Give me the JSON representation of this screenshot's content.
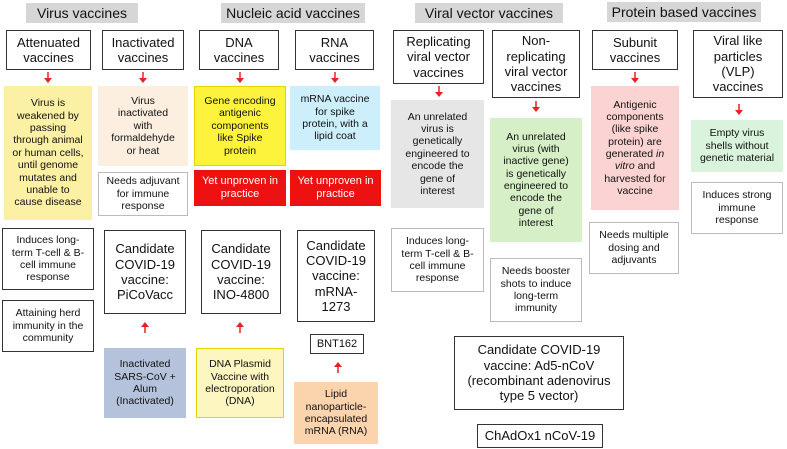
{
  "headers": {
    "virus": "Virus vaccines",
    "nucleic": "Nucleic acid  vaccines",
    "viral_vector": "Viral vector vaccines",
    "protein": "Protein based  vaccines"
  },
  "titles": {
    "attenuated": "Attenuated\nvaccines",
    "inactivated": "Inactivated\nvaccines",
    "dna": "DNA\nvaccines",
    "rna": "RNA\nvaccines",
    "replicating": "Replicating\nviral vector\nvaccines",
    "non_replicating": "Non-\nreplicating\nviral vector\nvaccines",
    "subunit": "Subunit\nvaccines",
    "vlp": "Viral like\nparticles\n(VLP)\nvaccines"
  },
  "descriptions": {
    "attenuated": "Virus is\nweakened by\npassing\nthrough animal\nor human cells,\nuntil genome\nmutates and\nunable to\ncause disease",
    "inactivated": "Virus\ninactivated\nwith\nformaldehyde\nor heat",
    "dna": "Gene encoding\nantigenic\ncomponents\nlike Spike\nprotein",
    "rna": "mRNA vaccine\nfor spike\nprotein, with a\nlipid coat",
    "replicating": "An unrelated\nvirus is\ngenetically\nengineered to\nencode the\ngene of\ninterest",
    "non_replicating": "An unrelated\nvirus (with\ninactive gene)\nis genetically\nengineered to\nencode the\ngene of\ninterest",
    "subunit_pre": "Antigenic\ncomponents\n(like spike\nprotein) are\ngenerated ",
    "subunit_italic": "in\nvitro",
    "subunit_post": " and\nharvested for\nvaccine",
    "vlp": "Empty virus\nshells without\ngenetic material"
  },
  "notes": {
    "dna_unproven": "Yet unproven in\npractice",
    "rna_unproven": "Yet unproven in\npractice",
    "inactivated_adjuvant": "Needs adjuvant\nfor immune\nresponse",
    "attenuated_immune": "Induces long-\nterm T-cell & B-\ncell immune\nresponse",
    "attenuated_herd": "Attaining herd\nimmunity in the\ncommunity",
    "replicating_immune": "Induces long-\nterm T-cell & B-\ncell immune\nresponse",
    "non_replicating_booster": "Needs booster\nshots to induce\nlong-term\nimmunity",
    "subunit_dosing": "Needs multiple\ndosing and\nadjuvants",
    "vlp_immune": "Induces strong\nimmune\nresponse"
  },
  "candidates": {
    "picovacc": "Candidate\nCOVID-19\nvaccine:\nPiCoVacc",
    "ino4800": "Candidate\nCOVID-19\nvaccine:\nINO-4800",
    "mrna1273": "Candidate\nCOVID-19\nvaccine:\nmRNA-\n1273",
    "bnt162": "BNT162",
    "ad5": "Candidate COVID-19\nvaccine: Ad5-nCoV\n(recombinant adenovirus\ntype 5 vector)",
    "chadox": "ChAdOx1 nCoV-19"
  },
  "platforms": {
    "inactivated_alum": "Inactivated\nSARS-CoV +\nAlum\n(Inactivated)",
    "dna_plasmid": "DNA Plasmid\nVaccine with\nelectroporation\n(DNA)",
    "lipid_np": "Lipid\nnanoparticle-\nencapsulated\nmRNA (RNA)"
  },
  "colors": {
    "header_bg": "#d6d6d6",
    "arrow": "#e8231f",
    "attenuated_bg": "#fbf0a4",
    "inactivated_bg": "#fcefe0",
    "dna_bg": "#fdf33c",
    "rna_bg": "#cdeefb",
    "replicating_bg": "#e6e6e6",
    "non_replicating_bg": "#d6efc6",
    "subunit_bg": "#fcd3d3",
    "vlp_bg": "#d9f3dc",
    "red_note_bg": "#ee1111",
    "inactivated_alum_bg": "#b4c3db",
    "dna_plasmid_bg": "#fdf6c0",
    "lipid_np_bg": "#fbd4ad"
  },
  "icons": {
    "down": "arrow-down-icon",
    "up": "arrow-up-icon"
  }
}
